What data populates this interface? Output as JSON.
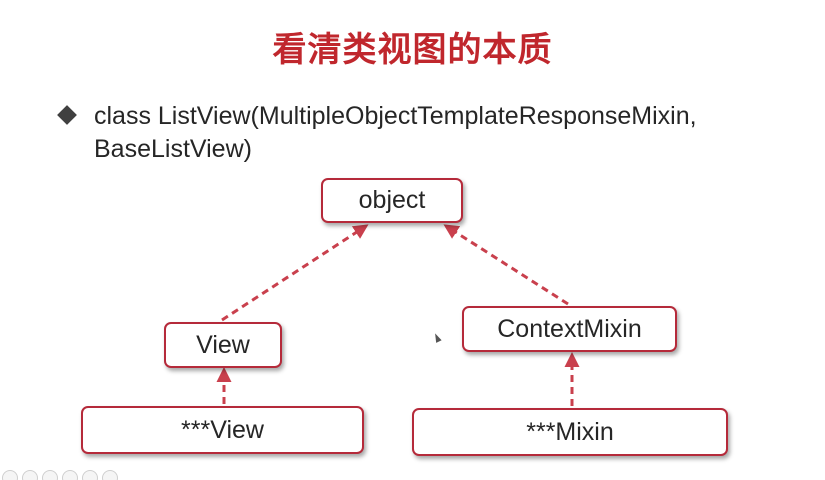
{
  "slide": {
    "title": "看清类视图的本质",
    "bullet": {
      "icon": "diamond-bullet-icon",
      "text": "class ListView(MultipleObjectTemplateResponseMixin, BaseListView)"
    }
  },
  "diagram": {
    "nodes": {
      "object": "object",
      "view": "View",
      "context_mixin": "ContextMixin",
      "star_view": "***View",
      "star_mixin": "***Mixin"
    },
    "edges": [
      {
        "from": "view",
        "to": "object"
      },
      {
        "from": "context_mixin",
        "to": "object"
      },
      {
        "from": "star_view",
        "to": "view"
      },
      {
        "from": "star_mixin",
        "to": "context_mixin"
      }
    ],
    "colors": {
      "title": "#c0272d",
      "node_border": "#b52a3a",
      "arrow": "#c9404d"
    }
  }
}
